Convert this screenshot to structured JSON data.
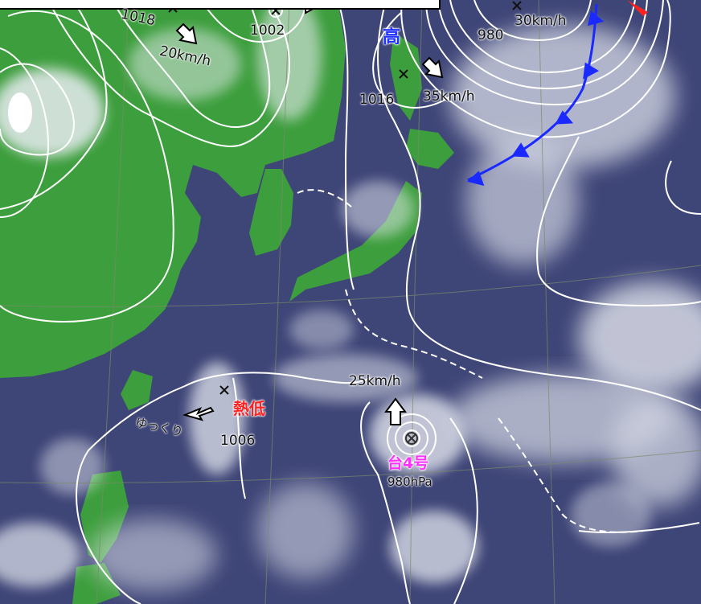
{
  "map": {
    "high_pressure": {
      "symbol": "高",
      "value": "1016",
      "motion": "35km/h"
    },
    "low_pressure_ne": {
      "value": "980",
      "motion": "30km/h"
    },
    "pressure_north_center": {
      "value": "1002"
    },
    "pressure_northwest": {
      "value": "1018",
      "motion": "20km/h"
    },
    "tropical_low": {
      "symbol": "熱低",
      "value": "1006",
      "motion": "ゆっくり"
    },
    "typhoon": {
      "symbol": "台4号",
      "pressure": "980hPa",
      "motion": "25km/h"
    }
  },
  "colors": {
    "ocean": "#3e4577",
    "land": "#3c9e3c",
    "isobar": "#ffffff",
    "cold_front": "#1a2aff",
    "typhoon_label": "#ff30ff",
    "low_label": "#ff2020"
  }
}
